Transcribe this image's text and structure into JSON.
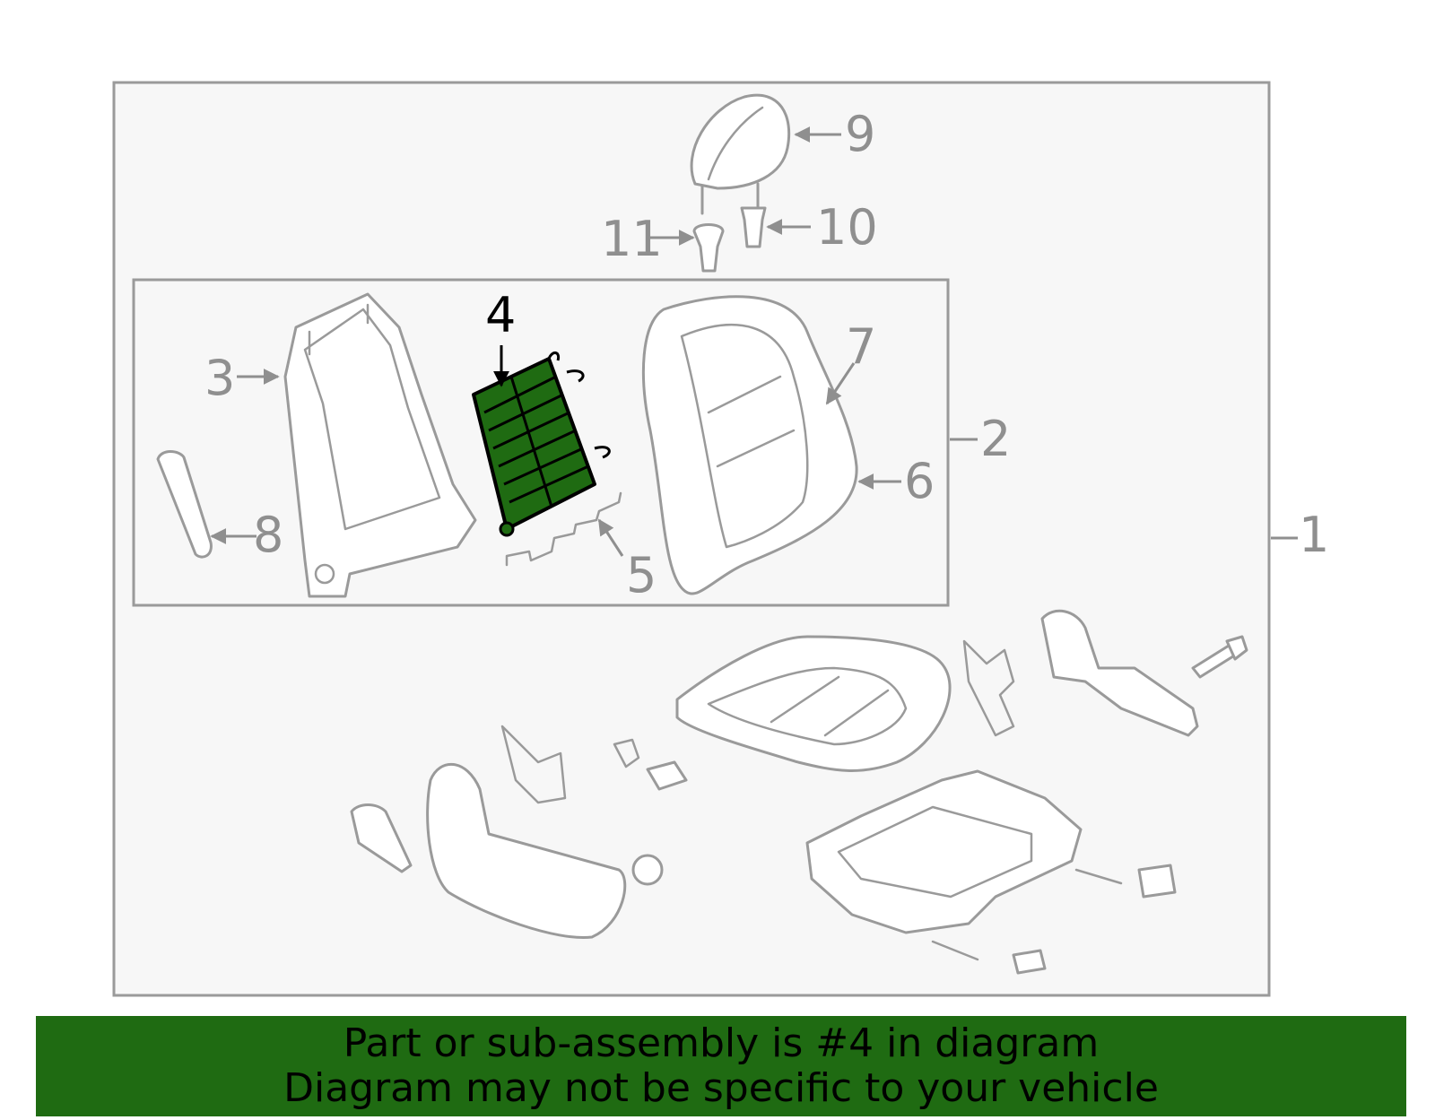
{
  "diagram": {
    "callouts": {
      "c1": "1",
      "c2": "2",
      "c3": "3",
      "c4": "4",
      "c5": "5",
      "c6": "6",
      "c7": "7",
      "c8": "8",
      "c9": "9",
      "c10": "10",
      "c11": "11"
    },
    "highlighted_part": "4",
    "colors": {
      "highlight_fill": "#1f6b12",
      "line": "#9a9a9a",
      "frame_bg": "#f7f7f7",
      "banner_bg": "#1f6b12"
    }
  },
  "banner": {
    "line1": "Part or sub-assembly is #4 in diagram",
    "line2": "Diagram may not be specific to your vehicle"
  }
}
